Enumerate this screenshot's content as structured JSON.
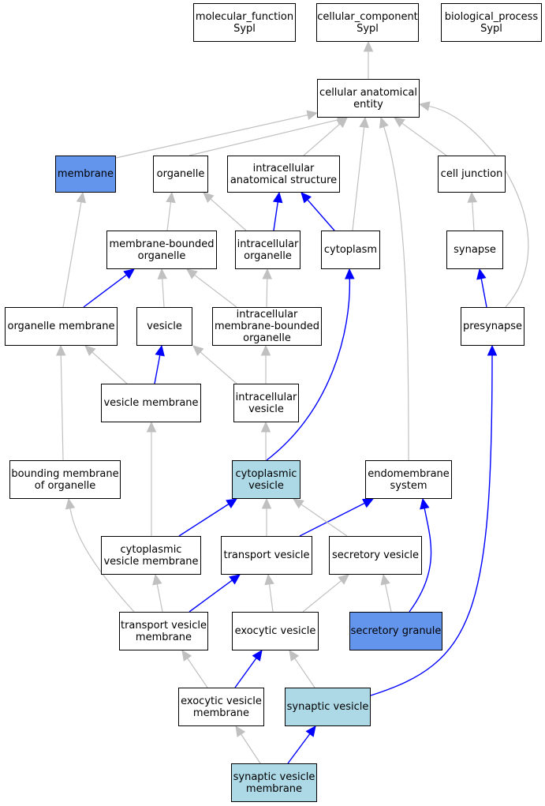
{
  "colors": {
    "light": "#add8e6",
    "dark": "#6495ed",
    "blue_edge": "#0000ff",
    "grey_edge": "#c0c0c0"
  },
  "nodes": {
    "mf": {
      "label": "molecular_function\nSypl",
      "hl": ""
    },
    "cc": {
      "label": "cellular_component\nSypl",
      "hl": ""
    },
    "bp": {
      "label": "biological_process\nSypl",
      "hl": ""
    },
    "cae": {
      "label": "cellular anatomical\nentity",
      "hl": ""
    },
    "mem": {
      "label": "membrane",
      "hl": "dark"
    },
    "org": {
      "label": "organelle",
      "hl": ""
    },
    "ias": {
      "label": "intracellular\nanatomical structure",
      "hl": ""
    },
    "cj": {
      "label": "cell junction",
      "hl": ""
    },
    "mbo": {
      "label": "membrane-bounded\norganelle",
      "hl": ""
    },
    "io": {
      "label": "intracellular\norganelle",
      "hl": ""
    },
    "cyt": {
      "label": "cytoplasm",
      "hl": ""
    },
    "syn": {
      "label": "synapse",
      "hl": ""
    },
    "om": {
      "label": "organelle membrane",
      "hl": ""
    },
    "ves": {
      "label": "vesicle",
      "hl": ""
    },
    "imbo": {
      "label": "intracellular\nmembrane-bounded\norganelle",
      "hl": ""
    },
    "pre": {
      "label": "presynapse",
      "hl": ""
    },
    "vm": {
      "label": "vesicle membrane",
      "hl": ""
    },
    "iv": {
      "label": "intracellular\nvesicle",
      "hl": ""
    },
    "bmo": {
      "label": "bounding membrane\nof organelle",
      "hl": ""
    },
    "cv": {
      "label": "cytoplasmic\nvesicle",
      "hl": "light"
    },
    "es": {
      "label": "endomembrane\nsystem",
      "hl": ""
    },
    "cvm": {
      "label": "cytoplasmic\nvesicle membrane",
      "hl": ""
    },
    "tv": {
      "label": "transport vesicle",
      "hl": ""
    },
    "sv": {
      "label": "secretory vesicle",
      "hl": ""
    },
    "tvm": {
      "label": "transport vesicle\nmembrane",
      "hl": ""
    },
    "ev": {
      "label": "exocytic vesicle",
      "hl": ""
    },
    "sg": {
      "label": "secretory granule",
      "hl": "dark"
    },
    "evm": {
      "label": "exocytic vesicle\nmembrane",
      "hl": ""
    },
    "synv": {
      "label": "synaptic vesicle",
      "hl": "light"
    },
    "svm": {
      "label": "synaptic vesicle\nmembrane",
      "hl": "light"
    }
  },
  "edges": [
    {
      "from": "cae",
      "to": "cc",
      "color": "grey"
    },
    {
      "from": "mem",
      "to": "cae",
      "color": "grey"
    },
    {
      "from": "org",
      "to": "cae",
      "color": "grey"
    },
    {
      "from": "ias",
      "to": "cae",
      "color": "grey"
    },
    {
      "from": "cyt",
      "to": "cae",
      "color": "grey"
    },
    {
      "from": "es",
      "to": "cae",
      "color": "grey"
    },
    {
      "from": "cj",
      "to": "cae",
      "color": "grey"
    },
    {
      "from": "pre",
      "to": "cae",
      "color": "grey"
    },
    {
      "from": "mbo",
      "to": "org",
      "color": "grey"
    },
    {
      "from": "io",
      "to": "org",
      "color": "grey"
    },
    {
      "from": "io",
      "to": "ias",
      "color": "blue"
    },
    {
      "from": "cyt",
      "to": "ias",
      "color": "blue"
    },
    {
      "from": "syn",
      "to": "cj",
      "color": "grey"
    },
    {
      "from": "om",
      "to": "mem",
      "color": "grey"
    },
    {
      "from": "om",
      "to": "mbo",
      "color": "blue"
    },
    {
      "from": "ves",
      "to": "mbo",
      "color": "grey"
    },
    {
      "from": "imbo",
      "to": "mbo",
      "color": "grey"
    },
    {
      "from": "imbo",
      "to": "io",
      "color": "grey"
    },
    {
      "from": "pre",
      "to": "syn",
      "color": "blue"
    },
    {
      "from": "vm",
      "to": "om",
      "color": "grey"
    },
    {
      "from": "vm",
      "to": "ves",
      "color": "blue"
    },
    {
      "from": "iv",
      "to": "ves",
      "color": "grey"
    },
    {
      "from": "iv",
      "to": "imbo",
      "color": "grey"
    },
    {
      "from": "bmo",
      "to": "om",
      "color": "grey"
    },
    {
      "from": "cv",
      "to": "iv",
      "color": "grey"
    },
    {
      "from": "cv",
      "to": "cyt",
      "color": "blue"
    },
    {
      "from": "cvm",
      "to": "vm",
      "color": "grey"
    },
    {
      "from": "cvm",
      "to": "cv",
      "color": "blue"
    },
    {
      "from": "tv",
      "to": "cv",
      "color": "grey"
    },
    {
      "from": "tv",
      "to": "es",
      "color": "blue"
    },
    {
      "from": "sv",
      "to": "cv",
      "color": "grey"
    },
    {
      "from": "tvm",
      "to": "bmo",
      "color": "grey"
    },
    {
      "from": "tvm",
      "to": "cvm",
      "color": "grey"
    },
    {
      "from": "tvm",
      "to": "tv",
      "color": "blue"
    },
    {
      "from": "ev",
      "to": "tv",
      "color": "grey"
    },
    {
      "from": "ev",
      "to": "sv",
      "color": "grey"
    },
    {
      "from": "sg",
      "to": "sv",
      "color": "grey"
    },
    {
      "from": "sg",
      "to": "es",
      "color": "blue"
    },
    {
      "from": "evm",
      "to": "tvm",
      "color": "grey"
    },
    {
      "from": "evm",
      "to": "ev",
      "color": "blue"
    },
    {
      "from": "synv",
      "to": "ev",
      "color": "grey"
    },
    {
      "from": "synv",
      "to": "pre",
      "color": "blue"
    },
    {
      "from": "svm",
      "to": "evm",
      "color": "grey"
    },
    {
      "from": "svm",
      "to": "synv",
      "color": "blue"
    }
  ]
}
